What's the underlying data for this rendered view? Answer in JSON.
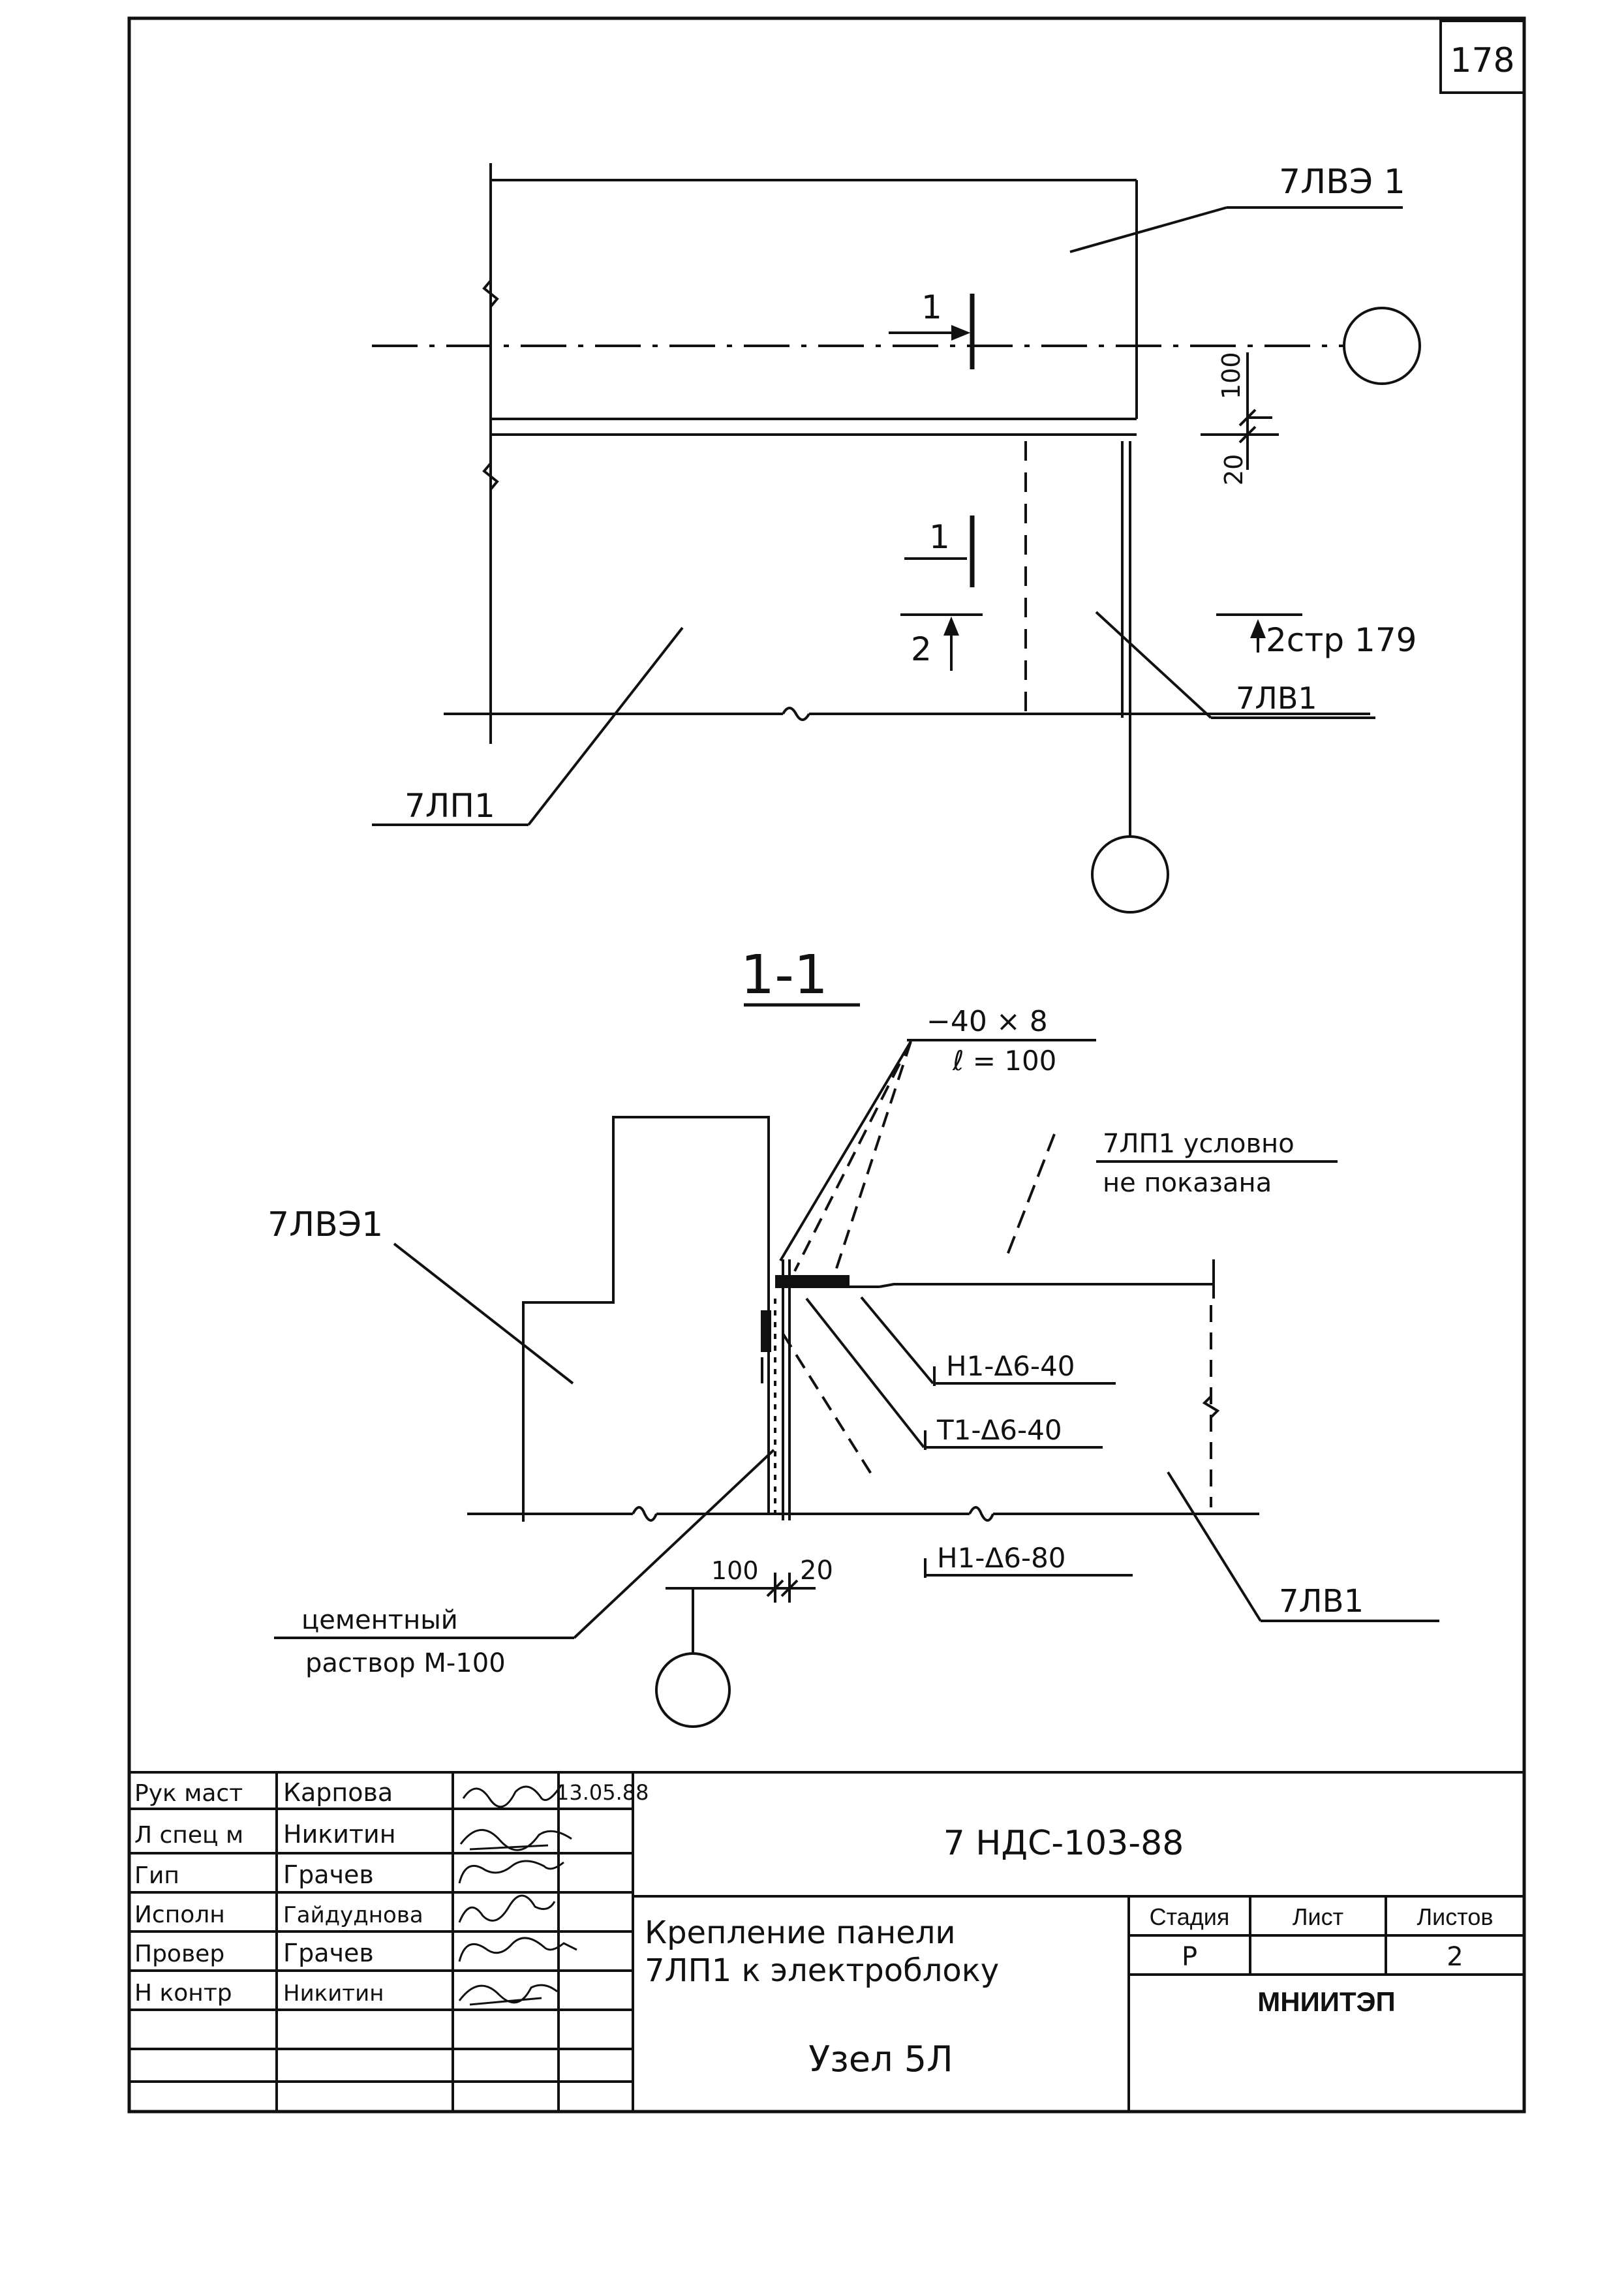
{
  "sheet_number": "178",
  "plan": {
    "label_top_block": "7ЛВЭ 1",
    "cut_label_top": "1",
    "cut_label_mid": "1",
    "cut_label_bottom": "2",
    "ref_label": "2стр 179",
    "label_right_panel": "7ЛВ1",
    "label_panel": "7ЛП1",
    "dim_100": "100",
    "dim_20": "20"
  },
  "section": {
    "title": "1-1",
    "plate_spec": "−40 × 8",
    "plate_length": "ℓ = 100",
    "note_line1": "7ЛП1 условно",
    "note_line2": "не показана",
    "label_block": "7ЛВЭ1",
    "weld_1": "Н1-Δ6-40",
    "weld_2": "Т1-Δ6-40",
    "weld_3": "Н1-Δ6-80",
    "label_panel": "7ЛВ1",
    "mortar_line1": "цементный",
    "mortar_line2": "раствор М-100",
    "dim_100": "100",
    "dim_20": "20"
  },
  "title_block": {
    "roles": [
      "Рук маст",
      "Л спец м",
      "Гип",
      "Исполн",
      "Провер",
      "Н контр"
    ],
    "names": [
      "Карпова",
      "Никитин",
      "Грачев",
      "Гайдуднова",
      "Грачев",
      "Никитин"
    ],
    "date": "13.05.88",
    "document_code": "7 НДС-103-88",
    "title_line1": "Крепление панели",
    "title_line2": "7ЛП1 к электроблоку",
    "node": "Узел 5Л",
    "col_stage": "Стадия",
    "col_sheet": "Лист",
    "col_sheets": "Листов",
    "stage_value": "Р",
    "sheet_value": "",
    "sheets_value": "2",
    "organization": "МНИИТЭП"
  }
}
